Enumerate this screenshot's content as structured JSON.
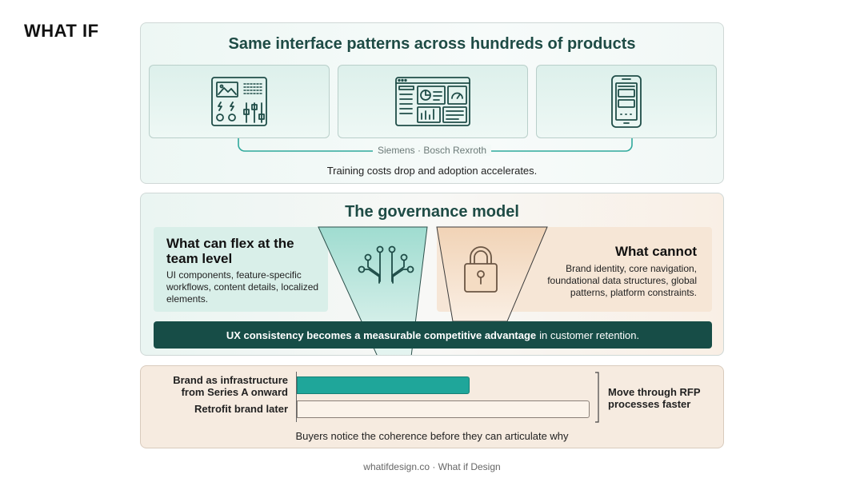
{
  "brand": {
    "logo": "WHAT IF"
  },
  "top": {
    "title": "Same interface patterns across hundreds of products",
    "cards": [
      {
        "icon": "control-panel-icon"
      },
      {
        "icon": "dashboard-icon"
      },
      {
        "icon": "mobile-phone-icon"
      }
    ],
    "companies": "Siemens · Bosch Rexroth",
    "footnote": "Training costs drop and adoption accelerates."
  },
  "governance": {
    "title": "The governance model",
    "flex_heading": "What can flex at the team level",
    "flex_text": "UI components, feature-specific workflows, content details, localized elements.",
    "cannot_heading": "What cannot",
    "cannot_text": "Brand identity, core navigation, foundational data structures, global patterns, platform constraints.",
    "funnel_icons": [
      "circuit-icon",
      "padlock-icon"
    ],
    "banner_bold": "UX consistency becomes a measurable competitive advantage",
    "banner_rest": "in customer retention."
  },
  "comparison": {
    "chart_data": {
      "type": "bar",
      "orientation": "horizontal",
      "categories": [
        "Brand as infrastructure from Series A onward",
        "Retrofit brand later"
      ],
      "values": [
        0.59,
        1.0
      ]
    },
    "outcome": "Move through RFP processes faster",
    "footnote": "Buyers notice the coherence before they can articulate why"
  },
  "footer": "whatifdesign.co · What if Design",
  "colors": {
    "teal": "#1fa69a",
    "dark_teal": "#174d47",
    "title_teal": "#1e4b45",
    "peach": "#f6e6d6"
  }
}
